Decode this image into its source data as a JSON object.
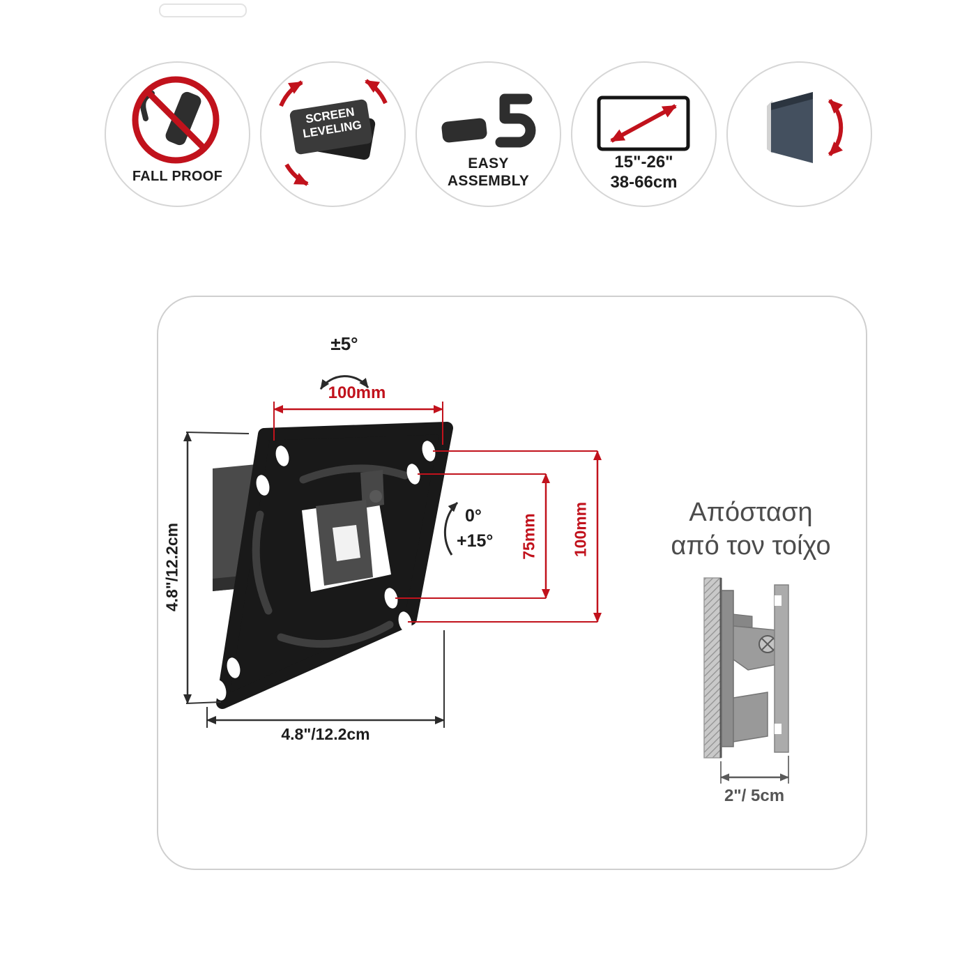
{
  "badges": {
    "fall_proof": {
      "label": "FALL PROOF"
    },
    "screen_leveling": {
      "line1": "SCREEN",
      "line2": "LEVELING"
    },
    "easy_assembly": {
      "line1": "EASY",
      "line2": "ASSEMBLY"
    },
    "screen_size": {
      "line1": "15\"-26\"",
      "line2": "38-66cm"
    }
  },
  "dimensions": {
    "level": "±5°",
    "top_width": "100mm",
    "left_height": "4.8\"/12.2cm",
    "bottom_width": "4.8\"/12.2cm",
    "tilt_min": "0°",
    "tilt_max": "+15°",
    "vesa75": "75mm",
    "vesa100": "100mm"
  },
  "wall_distance": {
    "title1": "Απόσταση",
    "title2": "από τον τοίχο",
    "value": "2\"/ 5cm"
  },
  "colors": {
    "accent_red": "#c1121c",
    "dark": "#1d1d1d",
    "border_gray": "#cfcfcf"
  }
}
